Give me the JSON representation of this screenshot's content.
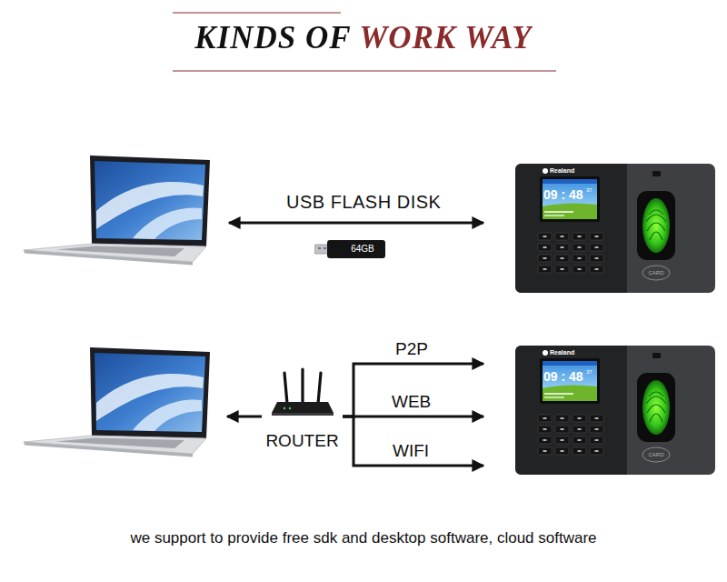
{
  "diagram": {
    "title": "KINDS OF WORK WAY",
    "caption": "we support to provide free sdk and desktop software, cloud software",
    "nodes": [
      {
        "text": [
          "64GB"
        ]
      },
      {
        "text": [
          "Realand",
          "09 : 48",
          "37",
          "CARD"
        ]
      },
      {
        "text": [
          "ROUTER"
        ]
      },
      {
        "text": [
          "Realand",
          "09 : 48",
          "37",
          "CARD"
        ]
      }
    ],
    "edges": [
      {
        "from": 2,
        "to": 3,
        "label": "P2P",
        "arrow": "to"
      },
      {
        "from": 2,
        "to": 3,
        "label": "WEB",
        "arrow": "to"
      },
      {
        "from": 2,
        "to": 3,
        "label": "WIFI",
        "arrow": "to"
      }
    ],
    "labels": [
      "USB FLASH DISK"
    ]
  }
}
